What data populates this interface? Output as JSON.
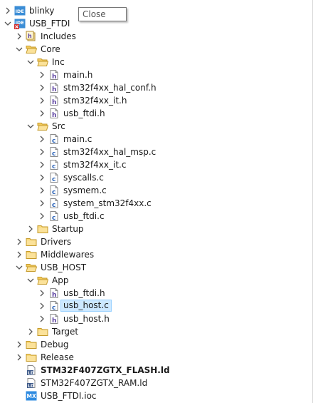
{
  "tooltip": "Close",
  "items": [
    {
      "label": "blinky",
      "icon": "ide-project-icon",
      "expanded": false,
      "bold": false,
      "selected": false
    },
    {
      "label": "USB_FTDI",
      "icon": "ide-project-error-icon",
      "expanded": true,
      "bold": false,
      "selected": false
    },
    {
      "label": "Includes",
      "icon": "includes-icon",
      "expanded": false,
      "bold": false,
      "selected": false
    },
    {
      "label": "Core",
      "icon": "folder-open-icon",
      "expanded": true,
      "bold": false,
      "selected": false
    },
    {
      "label": "Inc",
      "icon": "folder-open-icon",
      "expanded": true,
      "bold": false,
      "selected": false
    },
    {
      "label": "main.h",
      "icon": "header-file-icon",
      "expanded": false,
      "bold": false,
      "selected": false
    },
    {
      "label": "stm32f4xx_hal_conf.h",
      "icon": "header-file-icon",
      "expanded": false,
      "bold": false,
      "selected": false
    },
    {
      "label": "stm32f4xx_it.h",
      "icon": "header-file-icon",
      "expanded": false,
      "bold": false,
      "selected": false
    },
    {
      "label": "usb_ftdi.h",
      "icon": "header-file-icon",
      "expanded": false,
      "bold": false,
      "selected": false
    },
    {
      "label": "Src",
      "icon": "folder-open-icon",
      "expanded": true,
      "bold": false,
      "selected": false
    },
    {
      "label": "main.c",
      "icon": "c-file-icon",
      "expanded": false,
      "bold": false,
      "selected": false
    },
    {
      "label": "stm32f4xx_hal_msp.c",
      "icon": "c-file-icon",
      "expanded": false,
      "bold": false,
      "selected": false
    },
    {
      "label": "stm32f4xx_it.c",
      "icon": "c-file-icon",
      "expanded": false,
      "bold": false,
      "selected": false
    },
    {
      "label": "syscalls.c",
      "icon": "c-file-icon",
      "expanded": false,
      "bold": false,
      "selected": false
    },
    {
      "label": "sysmem.c",
      "icon": "c-file-icon",
      "expanded": false,
      "bold": false,
      "selected": false
    },
    {
      "label": "system_stm32f4xx.c",
      "icon": "c-file-icon",
      "expanded": false,
      "bold": false,
      "selected": false
    },
    {
      "label": "usb_ftdi.c",
      "icon": "c-file-icon",
      "expanded": false,
      "bold": false,
      "selected": false
    },
    {
      "label": "Startup",
      "icon": "folder-icon",
      "expanded": false,
      "bold": false,
      "selected": false
    },
    {
      "label": "Drivers",
      "icon": "folder-icon",
      "expanded": false,
      "bold": false,
      "selected": false
    },
    {
      "label": "Middlewares",
      "icon": "folder-icon",
      "expanded": false,
      "bold": false,
      "selected": false
    },
    {
      "label": "USB_HOST",
      "icon": "folder-open-icon",
      "expanded": true,
      "bold": false,
      "selected": false
    },
    {
      "label": "App",
      "icon": "folder-open-icon",
      "expanded": true,
      "bold": false,
      "selected": false
    },
    {
      "label": "usb_ftdi.h",
      "icon": "header-file-icon",
      "expanded": false,
      "bold": false,
      "selected": false
    },
    {
      "label": "usb_host.c",
      "icon": "c-file-icon",
      "expanded": false,
      "bold": false,
      "selected": true
    },
    {
      "label": "usb_host.h",
      "icon": "header-file-icon",
      "expanded": false,
      "bold": false,
      "selected": false
    },
    {
      "label": "Target",
      "icon": "folder-icon",
      "expanded": false,
      "bold": false,
      "selected": false
    },
    {
      "label": "Debug",
      "icon": "folder-icon",
      "expanded": false,
      "bold": false,
      "selected": false
    },
    {
      "label": "Release",
      "icon": "folder-icon",
      "expanded": false,
      "bold": false,
      "selected": false
    },
    {
      "label": "STM32F407ZGTX_FLASH.ld",
      "icon": "linker-script-icon",
      "expanded": false,
      "bold": true,
      "selected": false
    },
    {
      "label": "STM32F407ZGTX_RAM.ld",
      "icon": "linker-script-icon",
      "expanded": false,
      "bold": false,
      "selected": false
    },
    {
      "label": "USB_FTDI.ioc",
      "icon": "mx-ioc-icon",
      "expanded": false,
      "bold": false,
      "selected": false
    }
  ]
}
